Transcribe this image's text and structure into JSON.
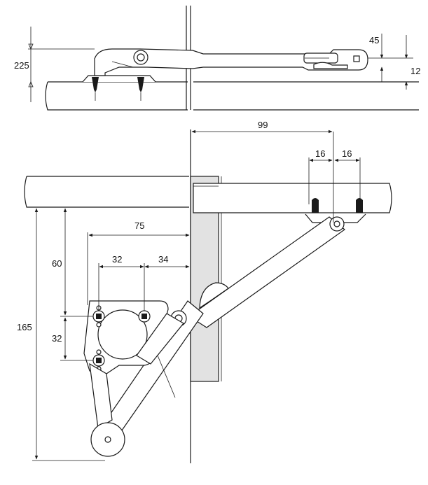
{
  "colors": {
    "ink": "#1a1a1a",
    "door_fill": "#e2e2e2",
    "background": "#ffffff"
  },
  "top_view": {
    "dim_225": "225",
    "dim_45": "45",
    "dim_12": "12"
  },
  "main_view": {
    "dim_99": "99",
    "dim_16_left": "16",
    "dim_16_right": "16",
    "dim_75": "75",
    "dim_32_horizontal": "32",
    "dim_34": "34",
    "dim_60": "60",
    "dim_32_vertical": "32",
    "dim_165": "165"
  }
}
